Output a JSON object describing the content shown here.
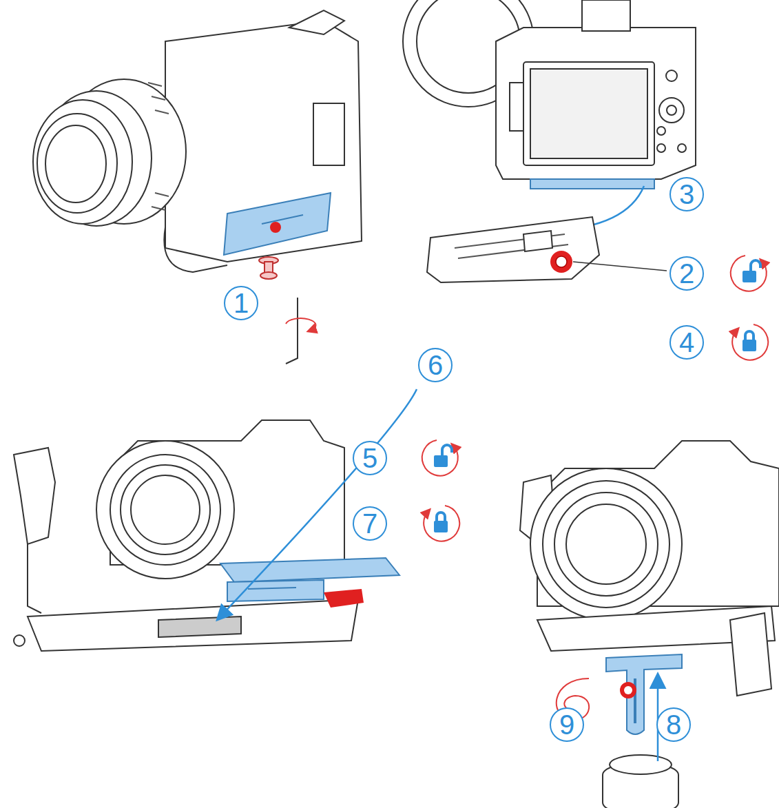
{
  "diagram": {
    "nodes": [
      {
        "text": [
          "1"
        ]
      },
      {
        "text": [
          "3"
        ]
      },
      {
        "text": [
          "2"
        ]
      },
      {
        "text": [
          "4"
        ]
      },
      {
        "text": [
          "6"
        ]
      },
      {
        "text": [
          "5"
        ]
      },
      {
        "text": [
          "7"
        ]
      },
      {
        "text": [
          "9"
        ]
      },
      {
        "text": [
          "8"
        ]
      }
    ]
  }
}
